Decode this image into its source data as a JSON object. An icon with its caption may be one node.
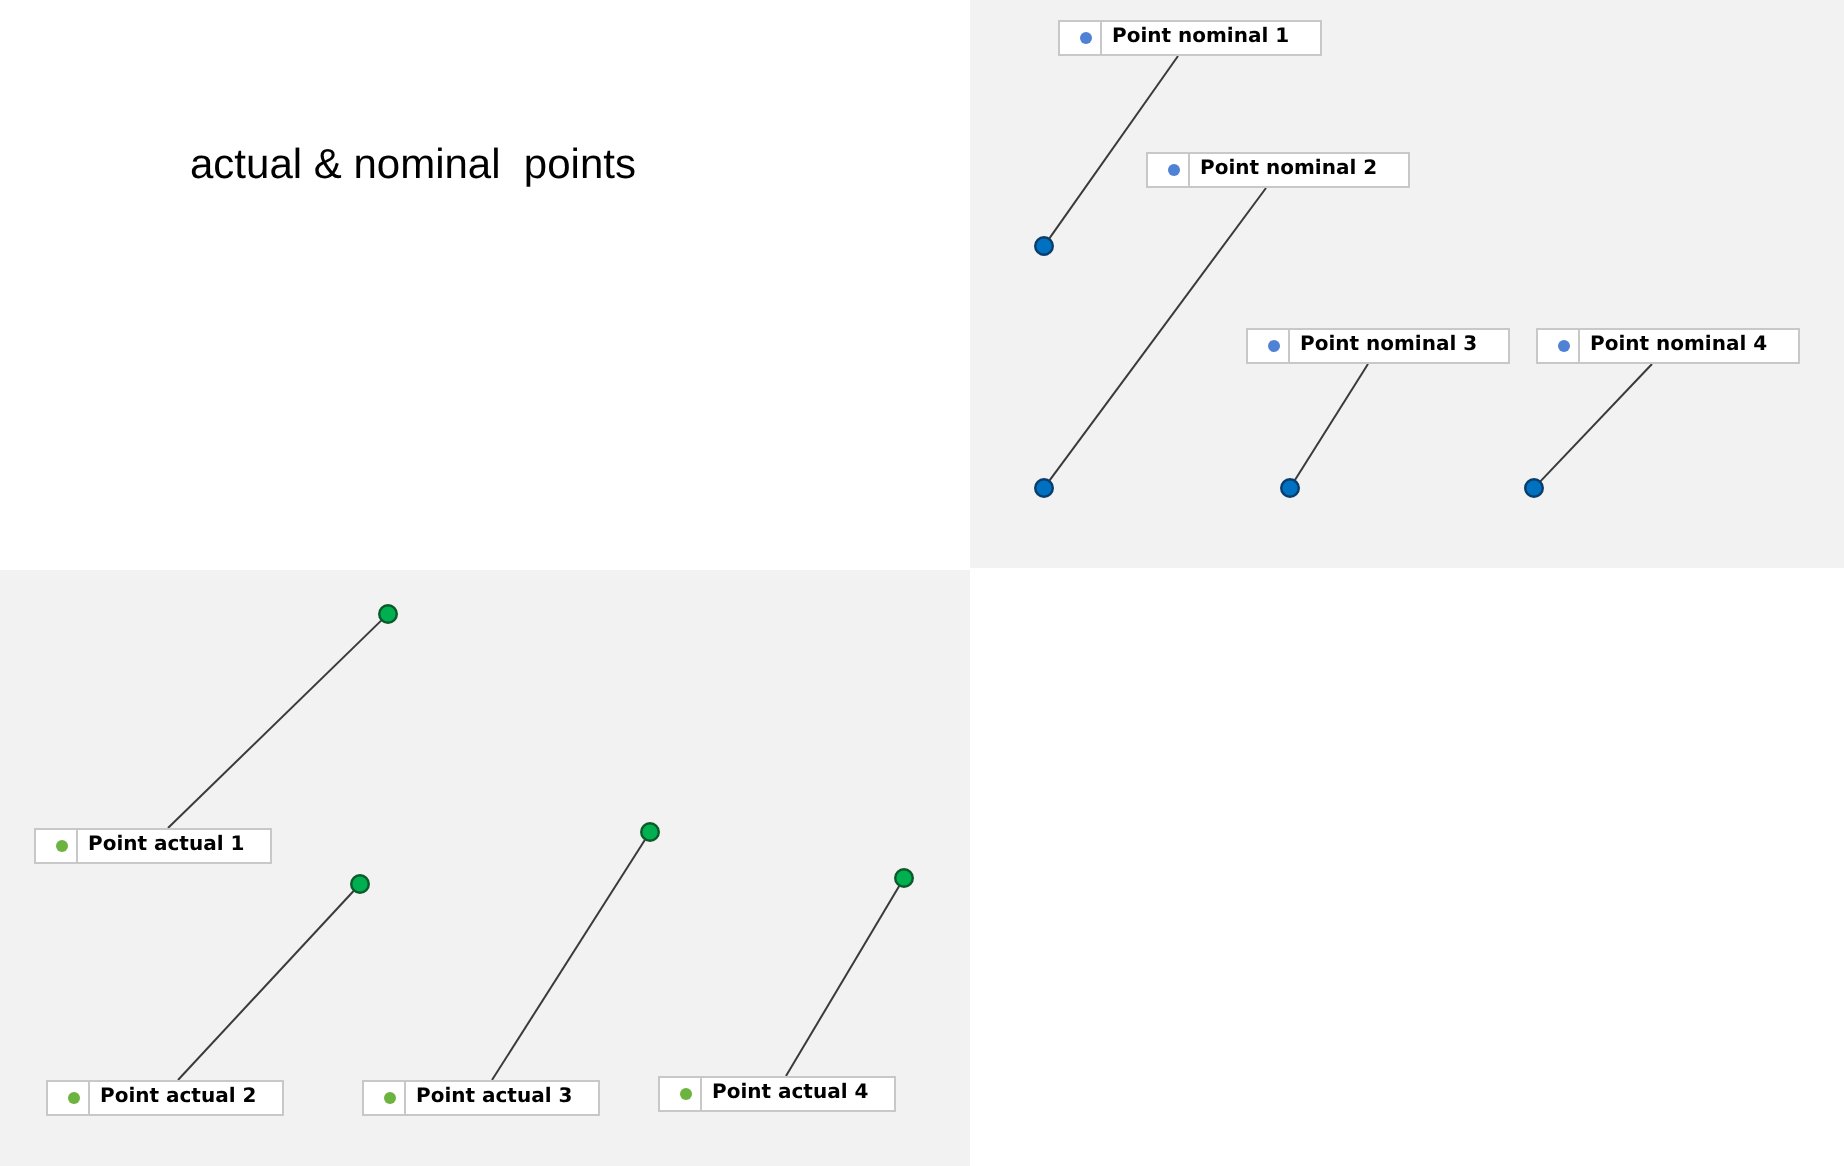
{
  "diagram": {
    "title": "actual & nominal  points",
    "nodes": [
      {
        "text": [
          "Point nominal 1"
        ]
      },
      {
        "text": [],
        "shape": "circle"
      },
      {
        "text": [
          "Point nominal 2"
        ]
      },
      {
        "text": [],
        "shape": "circle"
      },
      {
        "text": [
          "Point nominal 3"
        ]
      },
      {
        "text": [],
        "shape": "circle"
      },
      {
        "text": [
          "Point nominal 4"
        ]
      },
      {
        "text": [],
        "shape": "circle"
      },
      {
        "text": [],
        "shape": "circle"
      },
      {
        "text": [
          "Point actual 1"
        ]
      },
      {
        "text": [],
        "shape": "circle"
      },
      {
        "text": [
          "Point actual 2"
        ]
      },
      {
        "text": [],
        "shape": "circle"
      },
      {
        "text": [
          "Point actual 3"
        ]
      },
      {
        "text": [],
        "shape": "circle"
      },
      {
        "text": [
          "Point actual 4"
        ]
      }
    ],
    "edges": [
      {
        "from": 0,
        "to": 1,
        "arrow": "none"
      },
      {
        "from": 2,
        "to": 3,
        "arrow": "none"
      },
      {
        "from": 4,
        "to": 5,
        "arrow": "none"
      },
      {
        "from": 6,
        "to": 7,
        "arrow": "none"
      },
      {
        "from": 9,
        "to": 8,
        "arrow": "none"
      },
      {
        "from": 11,
        "to": 10,
        "arrow": "none"
      },
      {
        "from": 13,
        "to": 12,
        "arrow": "none"
      },
      {
        "from": 15,
        "to": 14,
        "arrow": "none"
      }
    ]
  }
}
